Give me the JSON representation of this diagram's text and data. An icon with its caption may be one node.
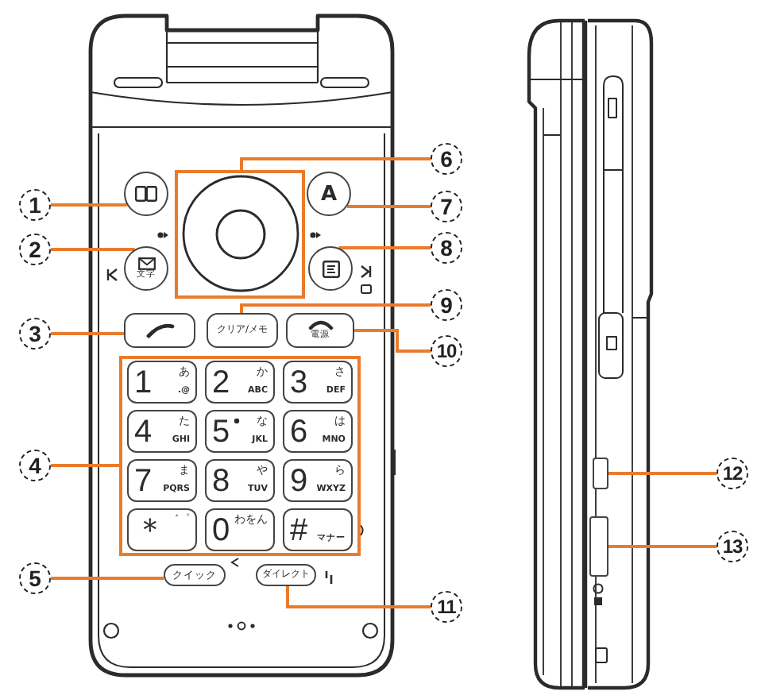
{
  "diagram": {
    "nodes": [
      {
        "text": [
          "1"
        ]
      },
      {
        "text": [
          "2"
        ]
      },
      {
        "text": [
          "3"
        ]
      },
      {
        "text": [
          "4"
        ]
      },
      {
        "text": [
          "5"
        ]
      },
      {
        "text": [
          "6"
        ]
      },
      {
        "text": [
          "7"
        ]
      },
      {
        "text": [
          "8"
        ]
      },
      {
        "text": [
          "9"
        ]
      },
      {
        "text": [
          "10"
        ]
      },
      {
        "text": [
          "11"
        ]
      },
      {
        "text": [
          "12"
        ]
      },
      {
        "text": [
          "13"
        ]
      },
      {
        "text": [],
        "shape": "circle"
      },
      {
        "text": [
          "A"
        ]
      },
      {
        "text": [],
        "shape": "box"
      },
      {
        "text": [
          "文字"
        ]
      },
      {
        "text": [],
        "shape": "circle"
      },
      {
        "text": [],
        "shape": "box"
      },
      {
        "text": [
          "クリア/メモ"
        ]
      },
      {
        "text": [
          "電源"
        ]
      },
      {
        "text": [],
        "shape": "box"
      },
      {
        "text": [
          "1",
          "あ",
          ".@"
        ],
        "in": 21
      },
      {
        "text": [
          "2",
          "か",
          "ABC"
        ],
        "in": 21
      },
      {
        "text": [
          "3",
          "さ",
          "DEF"
        ],
        "in": 21
      },
      {
        "text": [
          "4",
          "た",
          "GHI"
        ],
        "in": 21
      },
      {
        "text": [
          "5",
          "な",
          "JKL"
        ],
        "in": 21
      },
      {
        "text": [
          "6",
          "は",
          "MNO"
        ],
        "in": 21
      },
      {
        "text": [
          "7",
          "ま",
          "PQRS"
        ],
        "in": 21
      },
      {
        "text": [
          "8",
          "や",
          "TUV"
        ],
        "in": 21
      },
      {
        "text": [
          "9",
          "ら",
          "WXYZ"
        ],
        "in": 21
      },
      {
        "text": [
          "＊",
          "゛゜"
        ],
        "in": 21
      },
      {
        "text": [
          "0",
          "わをん"
        ],
        "in": 21
      },
      {
        "text": [
          "#",
          "マナー"
        ],
        "in": 21
      },
      {
        "text": [
          "クイック"
        ]
      },
      {
        "text": [
          "ダイレクト"
        ]
      },
      {
        "text": [],
        "shape": "box"
      },
      {
        "text": [],
        "shape": "box"
      }
    ],
    "edges": [
      {
        "from": 0,
        "to": 13,
        "arrow": "none"
      },
      {
        "from": 1,
        "to": 16,
        "arrow": "none"
      },
      {
        "from": 2,
        "to": 18,
        "arrow": "none"
      },
      {
        "from": 3,
        "to": 21,
        "arrow": "none"
      },
      {
        "from": 4,
        "to": 34,
        "arrow": "none"
      },
      {
        "from": 5,
        "to": 15,
        "arrow": "none"
      },
      {
        "from": 6,
        "to": 14,
        "arrow": "none"
      },
      {
        "from": 7,
        "to": 17,
        "arrow": "none"
      },
      {
        "from": 8,
        "to": 19,
        "arrow": "none"
      },
      {
        "from": 9,
        "to": 20,
        "arrow": "none"
      },
      {
        "from": 10,
        "to": 35,
        "arrow": "none"
      },
      {
        "from": 11,
        "to": 36,
        "arrow": "none"
      },
      {
        "from": 12,
        "to": 37,
        "arrow": "none"
      }
    ]
  }
}
